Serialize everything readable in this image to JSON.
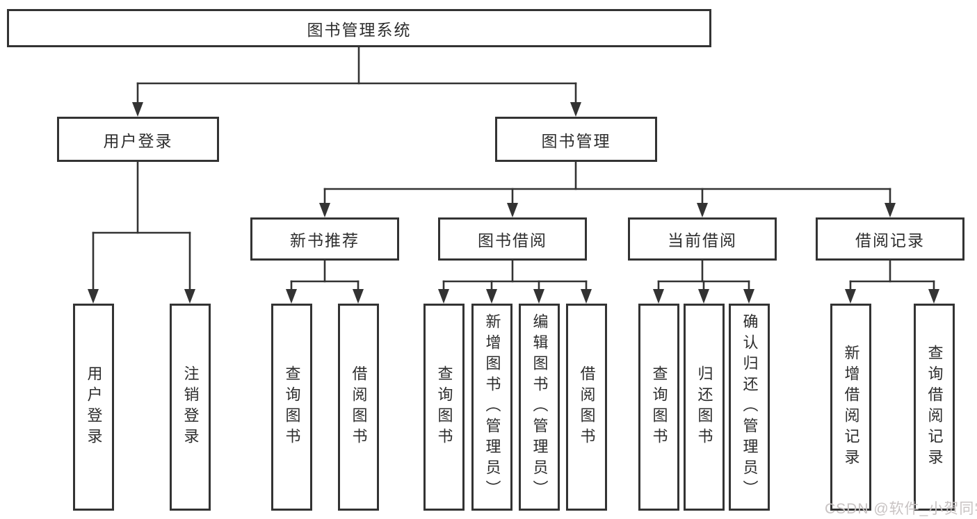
{
  "tree": {
    "root": {
      "label": "图书管理系统"
    },
    "user_login": {
      "label": "用户登录",
      "children": [
        {
          "label": "用户登录"
        },
        {
          "label": "注销登录"
        }
      ]
    },
    "book_mgmt": {
      "label": "图书管理",
      "sections": [
        {
          "label": "新书推荐",
          "children": [
            {
              "label": "查询图书"
            },
            {
              "label": "借阅图书"
            }
          ]
        },
        {
          "label": "图书借阅",
          "children": [
            {
              "label": "查询图书"
            },
            {
              "label": "新增图书（管理员）"
            },
            {
              "label": "编辑图书（管理员）"
            },
            {
              "label": "借阅图书"
            }
          ]
        },
        {
          "label": "当前借阅",
          "children": [
            {
              "label": "查询图书"
            },
            {
              "label": "归还图书"
            },
            {
              "label": "确认归还（管理员）"
            }
          ]
        },
        {
          "label": "借阅记录",
          "children": [
            {
              "label": "新增借阅记录"
            },
            {
              "label": "查询借阅记录"
            }
          ]
        }
      ]
    }
  },
  "watermark": {
    "text": "CSDN @软件_小贺同学"
  },
  "colors": {
    "line": "#333333",
    "box_border": "#333333",
    "text": "#2d2d2d",
    "watermark": "#c8c3c3",
    "background": "#ffffff"
  }
}
